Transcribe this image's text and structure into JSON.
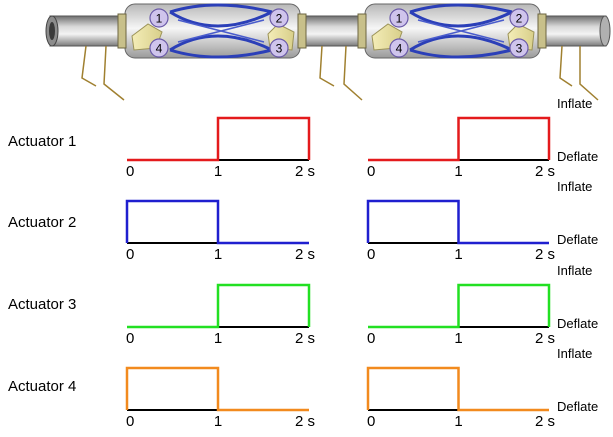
{
  "device": {
    "markers": [
      "1",
      "2",
      "3",
      "4"
    ]
  },
  "rows": [
    {
      "label": "Actuator 1",
      "color": "#e41a1c",
      "left_signal": "inflate_second_half",
      "right_signal": "inflate_second_half"
    },
    {
      "label": "Actuator 2",
      "color": "#1f1fcf",
      "left_signal": "inflate_first_half",
      "right_signal": "inflate_first_half"
    },
    {
      "label": "Actuator 3",
      "color": "#22e022",
      "left_signal": "inflate_second_half",
      "right_signal": "inflate_second_half"
    },
    {
      "label": "Actuator 4",
      "color": "#f28a1e",
      "left_signal": "inflate_first_half",
      "right_signal": "inflate_first_half"
    }
  ],
  "axis_ticks": [
    "0",
    "1",
    "2 s"
  ],
  "state_labels": {
    "high": "Inflate",
    "low": "Deflate"
  },
  "colors": {
    "baseline": "#000000",
    "marker_fill": "#cfc4ec",
    "marker_stroke": "#6a5aa8",
    "mesh": "#2b3fb8"
  }
}
